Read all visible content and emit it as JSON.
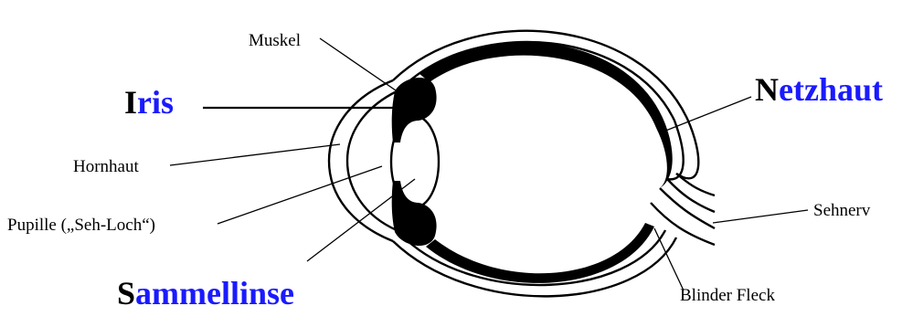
{
  "labels": {
    "muskel": "Muskel",
    "hornhaut": "Hornhaut",
    "pupille": "Pupille („Seh-Loch“)",
    "sehnerv": "Sehnerv",
    "blinder_fleck": "Blinder Fleck",
    "iris": {
      "first": "I",
      "rest": "ris"
    },
    "netzhaut": {
      "first": "N",
      "rest": "etzhaut"
    },
    "sammellinse": {
      "first": "S",
      "rest": "ammellinse"
    }
  },
  "colors": {
    "highlight_first_letter": "#000000",
    "highlight_rest": "#1a1aff",
    "line": "#000000",
    "background": "#ffffff"
  }
}
